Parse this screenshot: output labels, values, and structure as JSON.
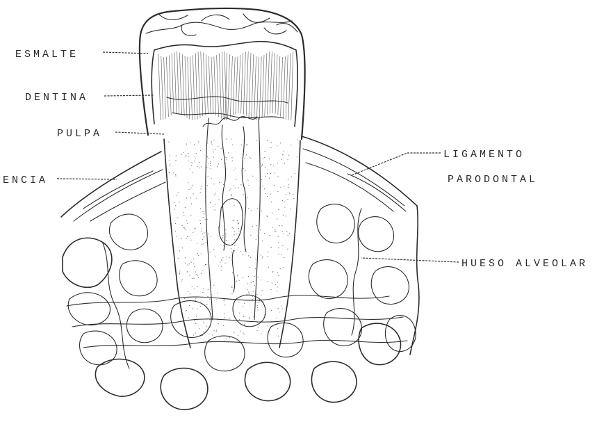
{
  "diagram": {
    "labels": {
      "esmalte": "ESMALTE",
      "dentina": "DENTINA",
      "pulpa": "PULPA",
      "encia": "ENCIA",
      "ligamento_line1": "LIGAMENTO",
      "ligamento_line2": "PARODONTAL",
      "hueso": "HUESO ALVEOLAR"
    },
    "colors": {
      "ink": "#2b2b2b",
      "background": "#ffffff"
    }
  }
}
